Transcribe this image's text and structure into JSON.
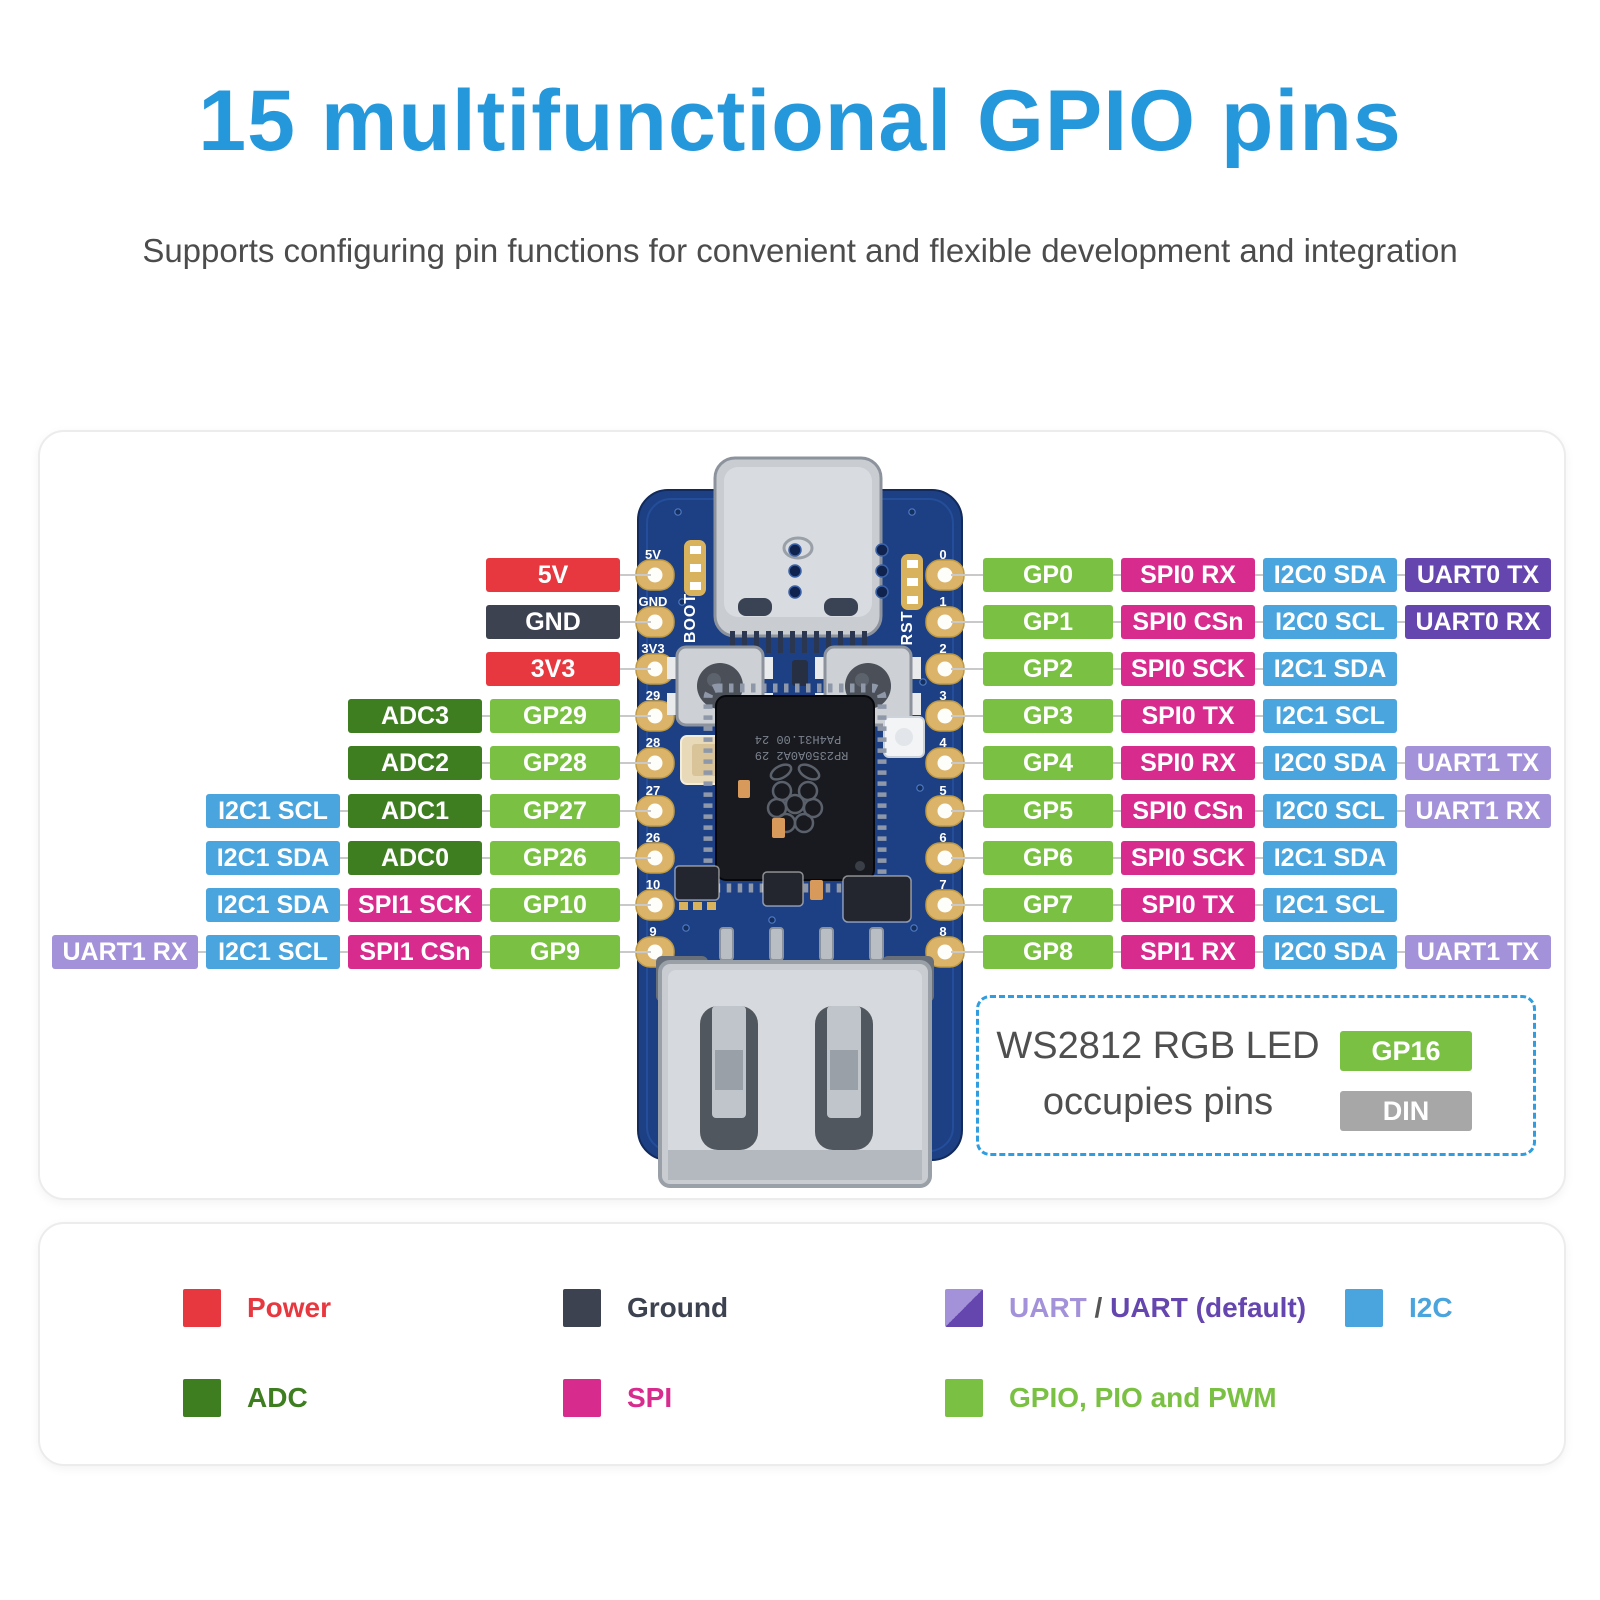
{
  "header": {
    "title": "15 multifunctional GPIO pins",
    "subtitle": "Supports configuring pin functions for convenient and flexible development and integration"
  },
  "colors": {
    "power": "#e8383f",
    "ground": "#3d4250",
    "gpio": "#7ac143",
    "adc": "#3f7d21",
    "i2c": "#4aa4dd",
    "spi": "#d72b8e",
    "uart_default": "#6546af",
    "uart": "#a392d9",
    "din": "#a7a7a7",
    "title_accent": "#2598dc",
    "note_border": "#2f9de0",
    "connector_line": "#c9c9c9"
  },
  "board": {
    "boot_label": "BOOT",
    "rst_label": "RST",
    "chip_marking_line1": "RP2350A0A2 29",
    "chip_marking_line2": "PA4H31.00 24",
    "left_silkscreen": [
      "5V",
      "GND",
      "3V3",
      "29",
      "28",
      "27",
      "26",
      "10",
      "9"
    ],
    "right_silkscreen": [
      "0",
      "1",
      "2",
      "3",
      "4",
      "5",
      "6",
      "7",
      "8"
    ]
  },
  "pinout": {
    "left_rows": [
      [
        {
          "label": "5V",
          "type": "power"
        }
      ],
      [
        {
          "label": "GND",
          "type": "ground"
        }
      ],
      [
        {
          "label": "3V3",
          "type": "power"
        }
      ],
      [
        {
          "label": "ADC3",
          "type": "adc"
        },
        {
          "label": "GP29",
          "type": "gpio"
        }
      ],
      [
        {
          "label": "ADC2",
          "type": "adc"
        },
        {
          "label": "GP28",
          "type": "gpio"
        }
      ],
      [
        {
          "label": "I2C1 SCL",
          "type": "i2c"
        },
        {
          "label": "ADC1",
          "type": "adc"
        },
        {
          "label": "GP27",
          "type": "gpio"
        }
      ],
      [
        {
          "label": "I2C1 SDA",
          "type": "i2c"
        },
        {
          "label": "ADC0",
          "type": "adc"
        },
        {
          "label": "GP26",
          "type": "gpio"
        }
      ],
      [
        {
          "label": "I2C1 SDA",
          "type": "i2c"
        },
        {
          "label": "SPI1 SCK",
          "type": "spi"
        },
        {
          "label": "GP10",
          "type": "gpio"
        }
      ],
      [
        {
          "label": "UART1 RX",
          "type": "uart"
        },
        {
          "label": "I2C1 SCL",
          "type": "i2c"
        },
        {
          "label": "SPI1 CSn",
          "type": "spi"
        },
        {
          "label": "GP9",
          "type": "gpio"
        }
      ]
    ],
    "right_rows": [
      [
        {
          "label": "GP0",
          "type": "gpio"
        },
        {
          "label": "SPI0 RX",
          "type": "spi"
        },
        {
          "label": "I2C0 SDA",
          "type": "i2c"
        },
        {
          "label": "UART0 TX",
          "type": "uart_default"
        }
      ],
      [
        {
          "label": "GP1",
          "type": "gpio"
        },
        {
          "label": "SPI0 CSn",
          "type": "spi"
        },
        {
          "label": "I2C0 SCL",
          "type": "i2c"
        },
        {
          "label": "UART0 RX",
          "type": "uart_default"
        }
      ],
      [
        {
          "label": "GP2",
          "type": "gpio"
        },
        {
          "label": "SPI0 SCK",
          "type": "spi"
        },
        {
          "label": "I2C1 SDA",
          "type": "i2c"
        }
      ],
      [
        {
          "label": "GP3",
          "type": "gpio"
        },
        {
          "label": "SPI0 TX",
          "type": "spi"
        },
        {
          "label": "I2C1 SCL",
          "type": "i2c"
        }
      ],
      [
        {
          "label": "GP4",
          "type": "gpio"
        },
        {
          "label": "SPI0 RX",
          "type": "spi"
        },
        {
          "label": "I2C0 SDA",
          "type": "i2c"
        },
        {
          "label": "UART1 TX",
          "type": "uart"
        }
      ],
      [
        {
          "label": "GP5",
          "type": "gpio"
        },
        {
          "label": "SPI0 CSn",
          "type": "spi"
        },
        {
          "label": "I2C0 SCL",
          "type": "i2c"
        },
        {
          "label": "UART1 RX",
          "type": "uart"
        }
      ],
      [
        {
          "label": "GP6",
          "type": "gpio"
        },
        {
          "label": "SPI0 SCK",
          "type": "spi"
        },
        {
          "label": "I2C1 SDA",
          "type": "i2c"
        }
      ],
      [
        {
          "label": "GP7",
          "type": "gpio"
        },
        {
          "label": "SPI0 TX",
          "type": "spi"
        },
        {
          "label": "I2C1 SCL",
          "type": "i2c"
        }
      ],
      [
        {
          "label": "GP8",
          "type": "gpio"
        },
        {
          "label": "SPI1 RX",
          "type": "spi"
        },
        {
          "label": "I2C0 SDA",
          "type": "i2c"
        },
        {
          "label": "UART1 TX",
          "type": "uart"
        }
      ]
    ]
  },
  "ws2812_note": {
    "line1": "WS2812 RGB LED",
    "line2": "occupies pins",
    "pins": [
      {
        "label": "GP16",
        "type": "gpio"
      },
      {
        "label": "DIN",
        "type": "din"
      }
    ]
  },
  "legend": {
    "row1": [
      {
        "label": "Power",
        "type": "power"
      },
      {
        "label": "Ground",
        "type": "ground"
      },
      {
        "type": "uart_split",
        "label": "UART / UART (default)",
        "parts": [
          {
            "text": "UART ",
            "type": "uart"
          },
          {
            "text": "/ ",
            "type": "plain"
          },
          {
            "text": "UART (default)",
            "type": "uart_default"
          }
        ]
      },
      {
        "label": "I2C",
        "type": "i2c"
      }
    ],
    "row2": [
      {
        "label": "ADC",
        "type": "adc"
      },
      {
        "label": "SPI",
        "type": "spi"
      },
      {
        "label": "GPIO, PIO and PWM",
        "type": "gpio"
      }
    ]
  }
}
